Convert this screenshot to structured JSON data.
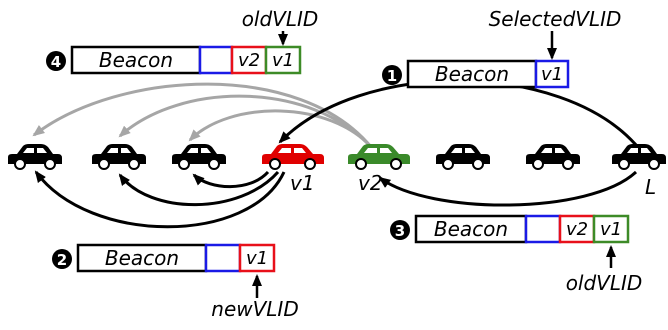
{
  "colors": {
    "black": "#000000",
    "gray": "#a6a6a6",
    "red": "#e00000",
    "green": "#3a8a2a",
    "blue": "#1a1ae6",
    "outline_red": "#e8101a",
    "outline_green": "#3d8b27"
  },
  "labels": {
    "selected_vlid": "SelectedVLID",
    "old_vlid_top": "oldVLID",
    "old_vlid_bottom": "oldVLID",
    "new_vlid": "newVLID",
    "car_v1": "v1",
    "car_v2": "v2",
    "car_L": "L"
  },
  "steps": [
    {
      "number": "1",
      "beacon": "Beacon",
      "fields": [
        "v1"
      ]
    },
    {
      "number": "2",
      "beacon": "Beacon",
      "fields": [
        "",
        "v1"
      ]
    },
    {
      "number": "3",
      "beacon": "Beacon",
      "fields": [
        "",
        "v2",
        "v1"
      ]
    },
    {
      "number": "4",
      "beacon": "Beacon",
      "fields": [
        "",
        "v2",
        "v1"
      ]
    }
  ],
  "icons": {
    "car": "car-icon",
    "step_marker": "numbered-circle-icon"
  }
}
